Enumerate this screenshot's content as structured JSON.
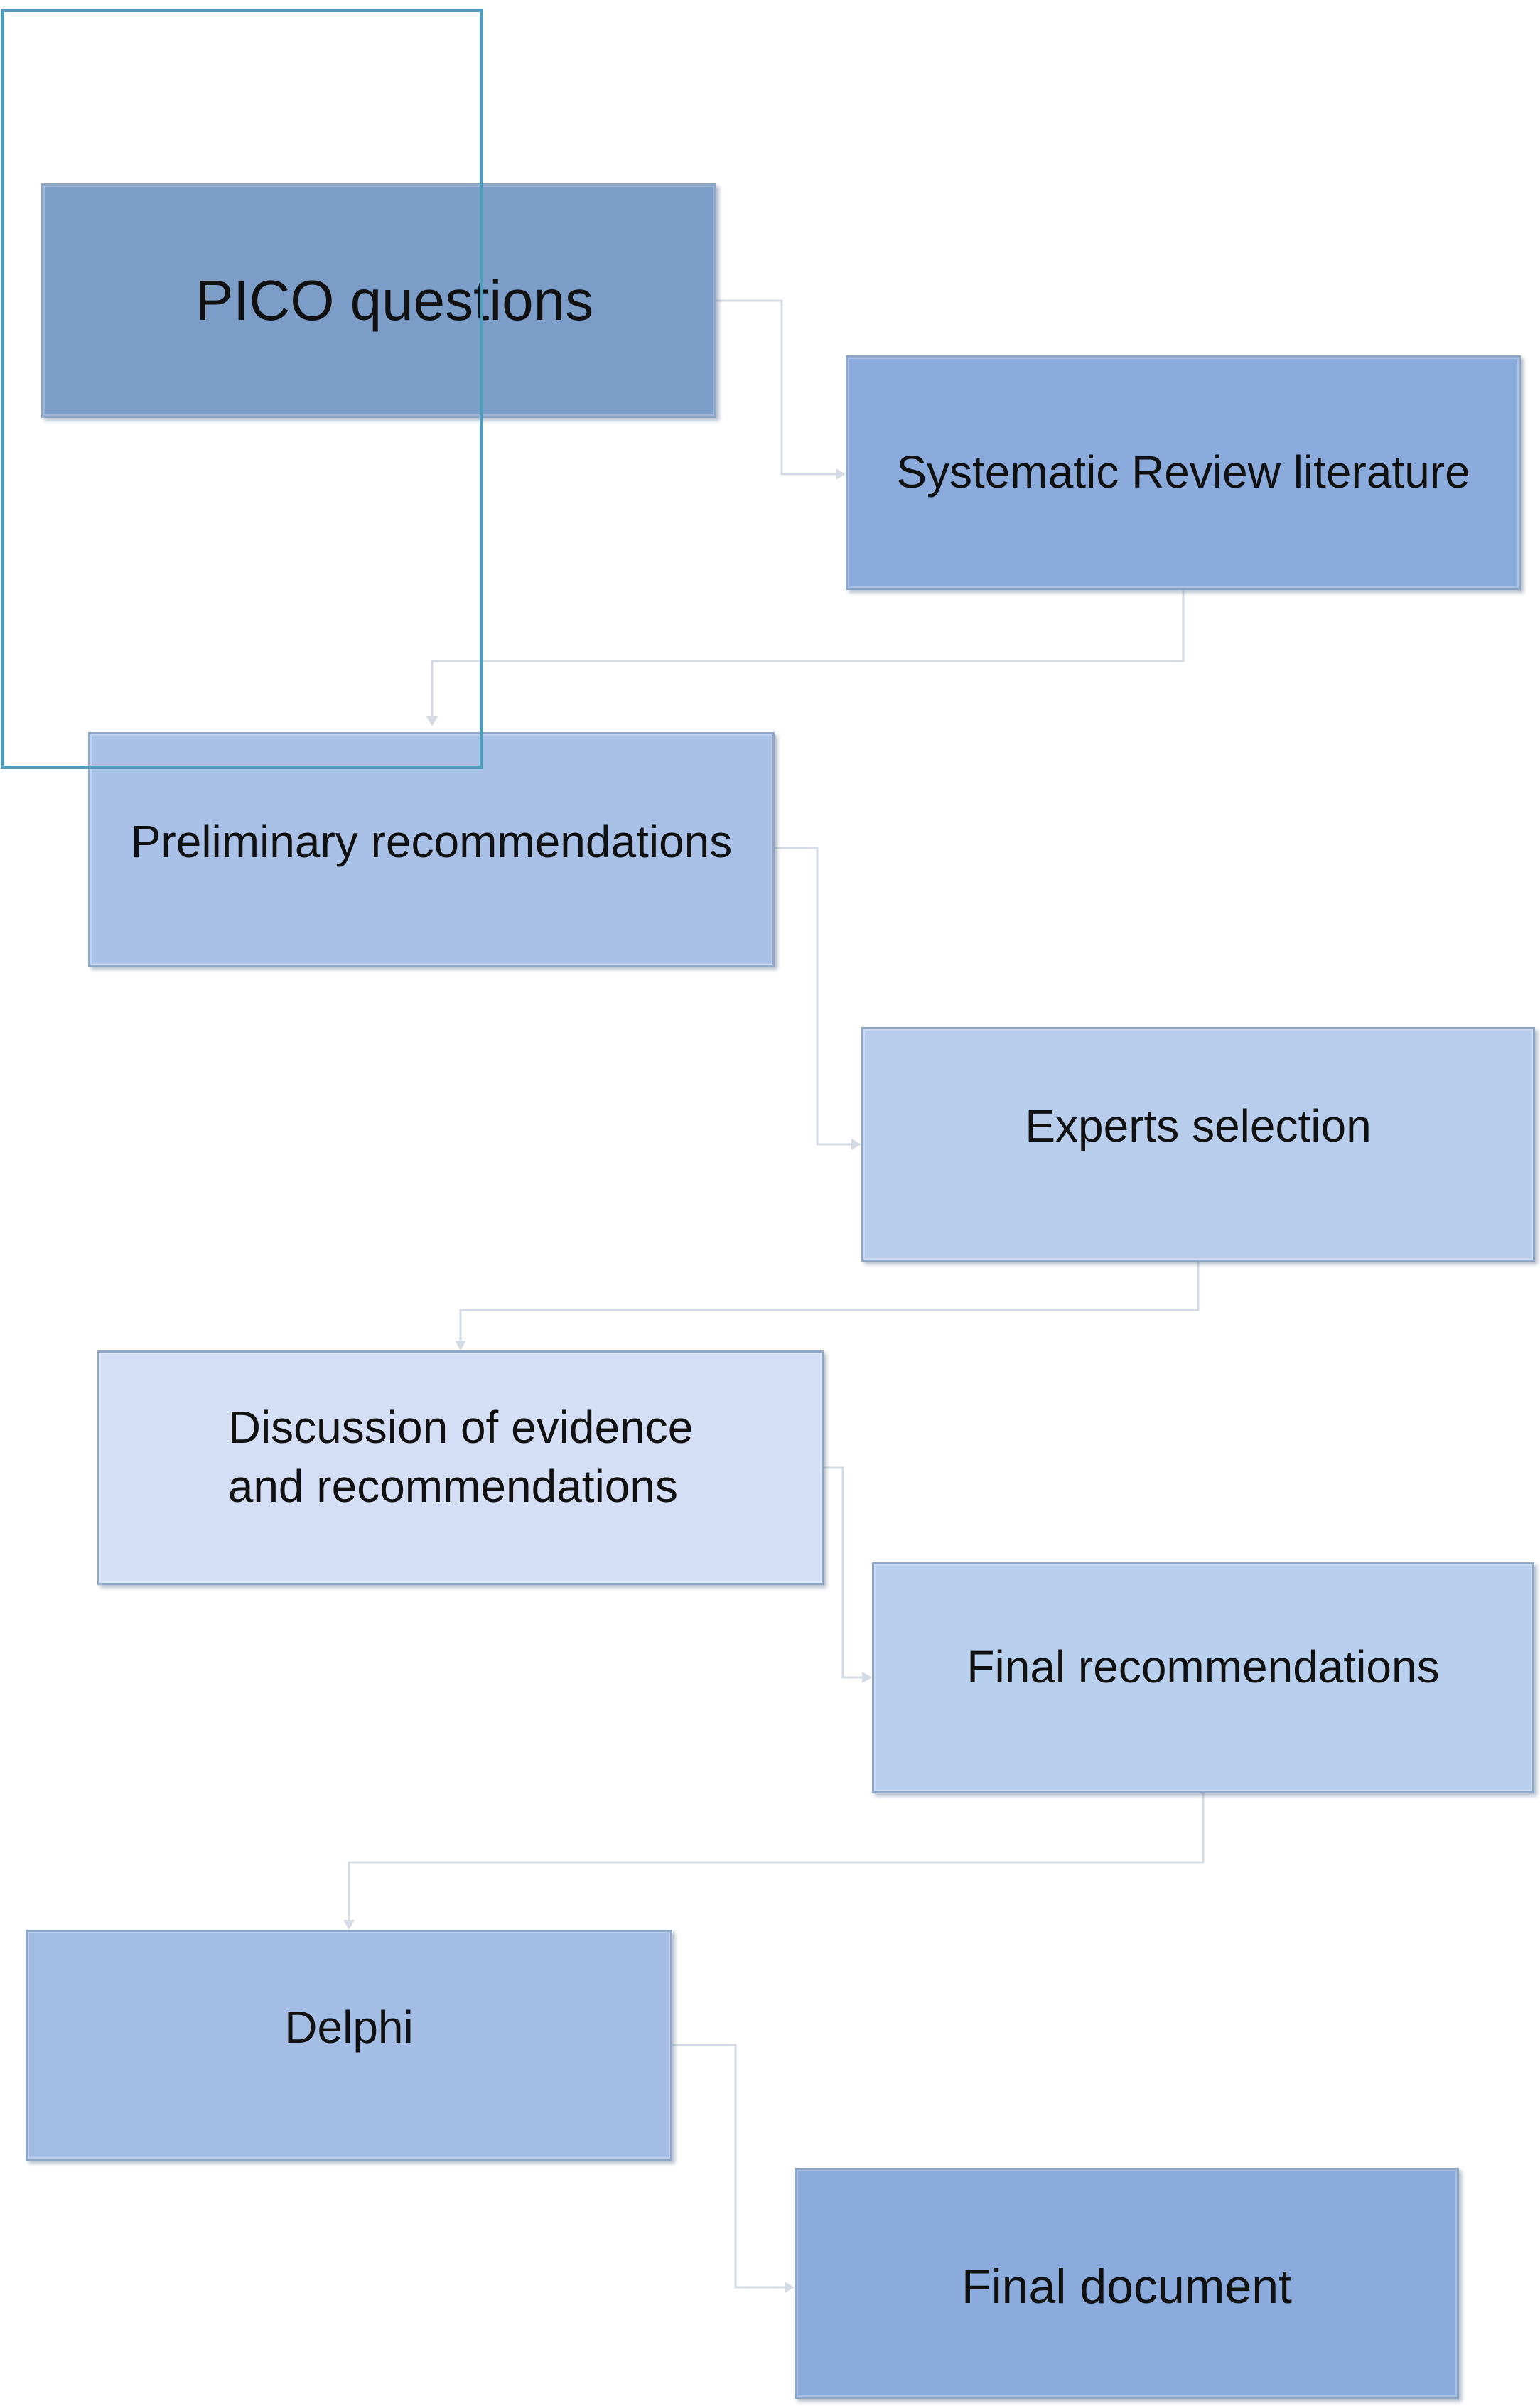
{
  "flowchart": {
    "steps": [
      {
        "id": "pico",
        "label": "PICO questions"
      },
      {
        "id": "review",
        "label": "Systematic Review literature"
      },
      {
        "id": "prelim",
        "label": "Preliminary recommendations"
      },
      {
        "id": "experts",
        "label": "Experts selection"
      },
      {
        "id": "discussion",
        "label": "Discussion of evidence\nand recommendations"
      },
      {
        "id": "final_rec",
        "label": "Final recommendations"
      },
      {
        "id": "delphi",
        "label": "Delphi"
      },
      {
        "id": "final_doc",
        "label": "Final document"
      }
    ]
  },
  "colors": {
    "frame": "#4f9dbb",
    "connector": "#d4dbe4",
    "box_border": "#8fa7c7"
  }
}
